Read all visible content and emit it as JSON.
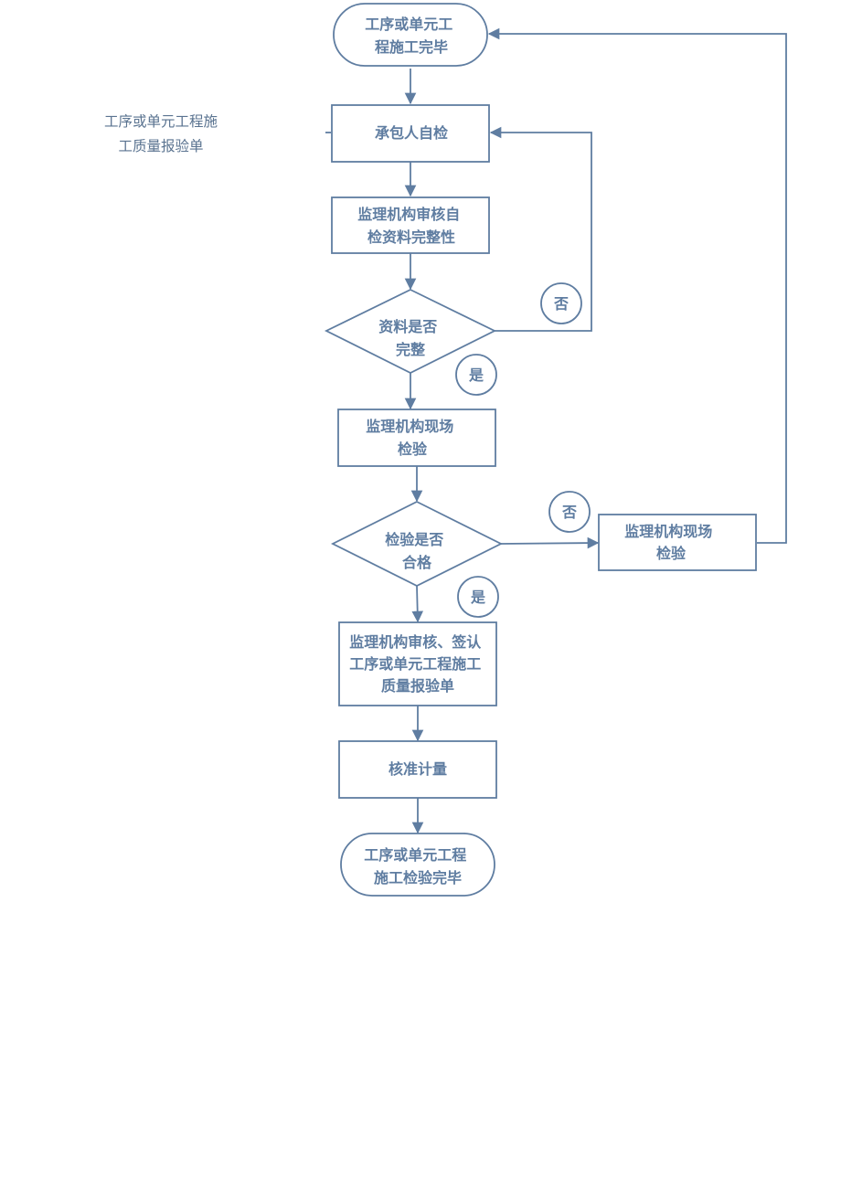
{
  "side_note": {
    "line1": "工序或单元工程施",
    "line2": "工质量报验单"
  },
  "nodes": {
    "start": [
      "工序或单元工",
      "程施工完毕"
    ],
    "self_check": [
      "承包人自检"
    ],
    "review_completeness": [
      "监理机构审核自",
      "检资料完整性"
    ],
    "decision_complete": [
      "资料是否",
      "完整"
    ],
    "site_inspection": [
      "监理机构现场",
      "检验"
    ],
    "decision_pass": [
      "检验是否",
      "合格"
    ],
    "site_inspection_right": [
      "监理机构现场",
      "检验"
    ],
    "approve_sign": [
      "监理机构审核、签认",
      "工序或单元工程施工",
      "质量报验单"
    ],
    "measure": [
      "核准计量"
    ],
    "end": [
      "工序或单元工程",
      "施工检验完毕"
    ]
  },
  "labels": {
    "no_complete": "否",
    "yes_complete": "是",
    "no_pass": "否",
    "yes_pass": "是"
  },
  "colors": {
    "line": "#5f7da1",
    "text": "#5f7da1",
    "side_text": "#5a7390",
    "background": "#ffffff"
  }
}
